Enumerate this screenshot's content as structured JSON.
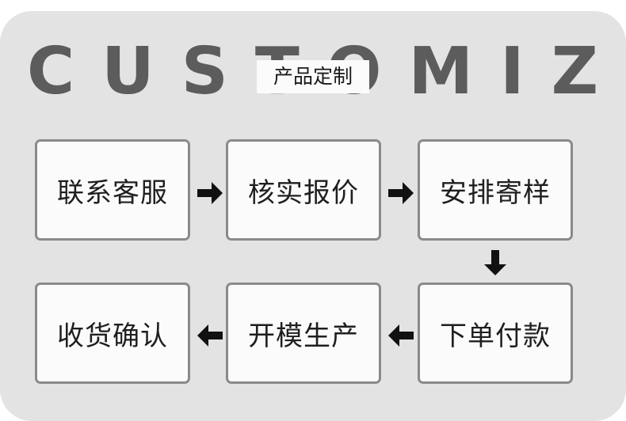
{
  "header": {
    "title": "CUSTOMIZE",
    "subtitle": "产品定制"
  },
  "steps": [
    {
      "label": "联系客服"
    },
    {
      "label": "核实报价"
    },
    {
      "label": "安排寄样"
    },
    {
      "label": "下单付款"
    },
    {
      "label": "开模生产"
    },
    {
      "label": "收货确认"
    }
  ],
  "colors": {
    "panel": "#e3e3e3",
    "box_border": "#8a8a8a",
    "title": "#5c5c5c",
    "arrow": "#111111"
  }
}
